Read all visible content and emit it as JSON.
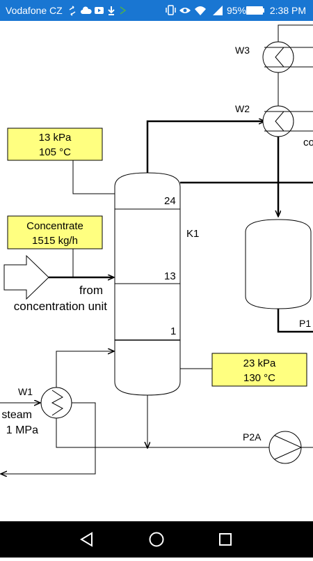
{
  "status_bar": {
    "carrier": "Vodafone CZ",
    "battery_percent": "95%",
    "time": "2:38 PM",
    "icons": [
      "sync-icon",
      "cloud-icon",
      "youtube-icon",
      "download-icon",
      "arrow-icon",
      "vibrate-icon",
      "eye-icon",
      "wifi-icon",
      "signal-icon",
      "battery-icon"
    ]
  },
  "diagram": {
    "column_label": "K1",
    "tray_labels": {
      "top": "24",
      "middle": "13",
      "bottom": "1"
    },
    "top_info_box": {
      "line1": "13 kPa",
      "line2": "105 °C"
    },
    "bottom_info_box": {
      "line1": "23 kPa",
      "line2": "130 °C"
    },
    "feed_box": {
      "line1": "Concentrate",
      "line2": "1515 kg/h"
    },
    "feed_source": {
      "line1": "from",
      "line2": "concentration unit"
    },
    "heat_exchangers": {
      "w1": "W1",
      "w2": "W2",
      "w3": "W3"
    },
    "pumps": {
      "p1": "P1",
      "p2a": "P2A"
    },
    "steam_label": {
      "line1": "steam",
      "line2": "1 MPa"
    },
    "cut_label": "co",
    "colors": {
      "info_box": "#ffff80",
      "line": "#000000",
      "status_bar": "#1976d2"
    }
  },
  "nav": {
    "back": "back-icon",
    "home": "home-icon",
    "recents": "recents-icon"
  }
}
